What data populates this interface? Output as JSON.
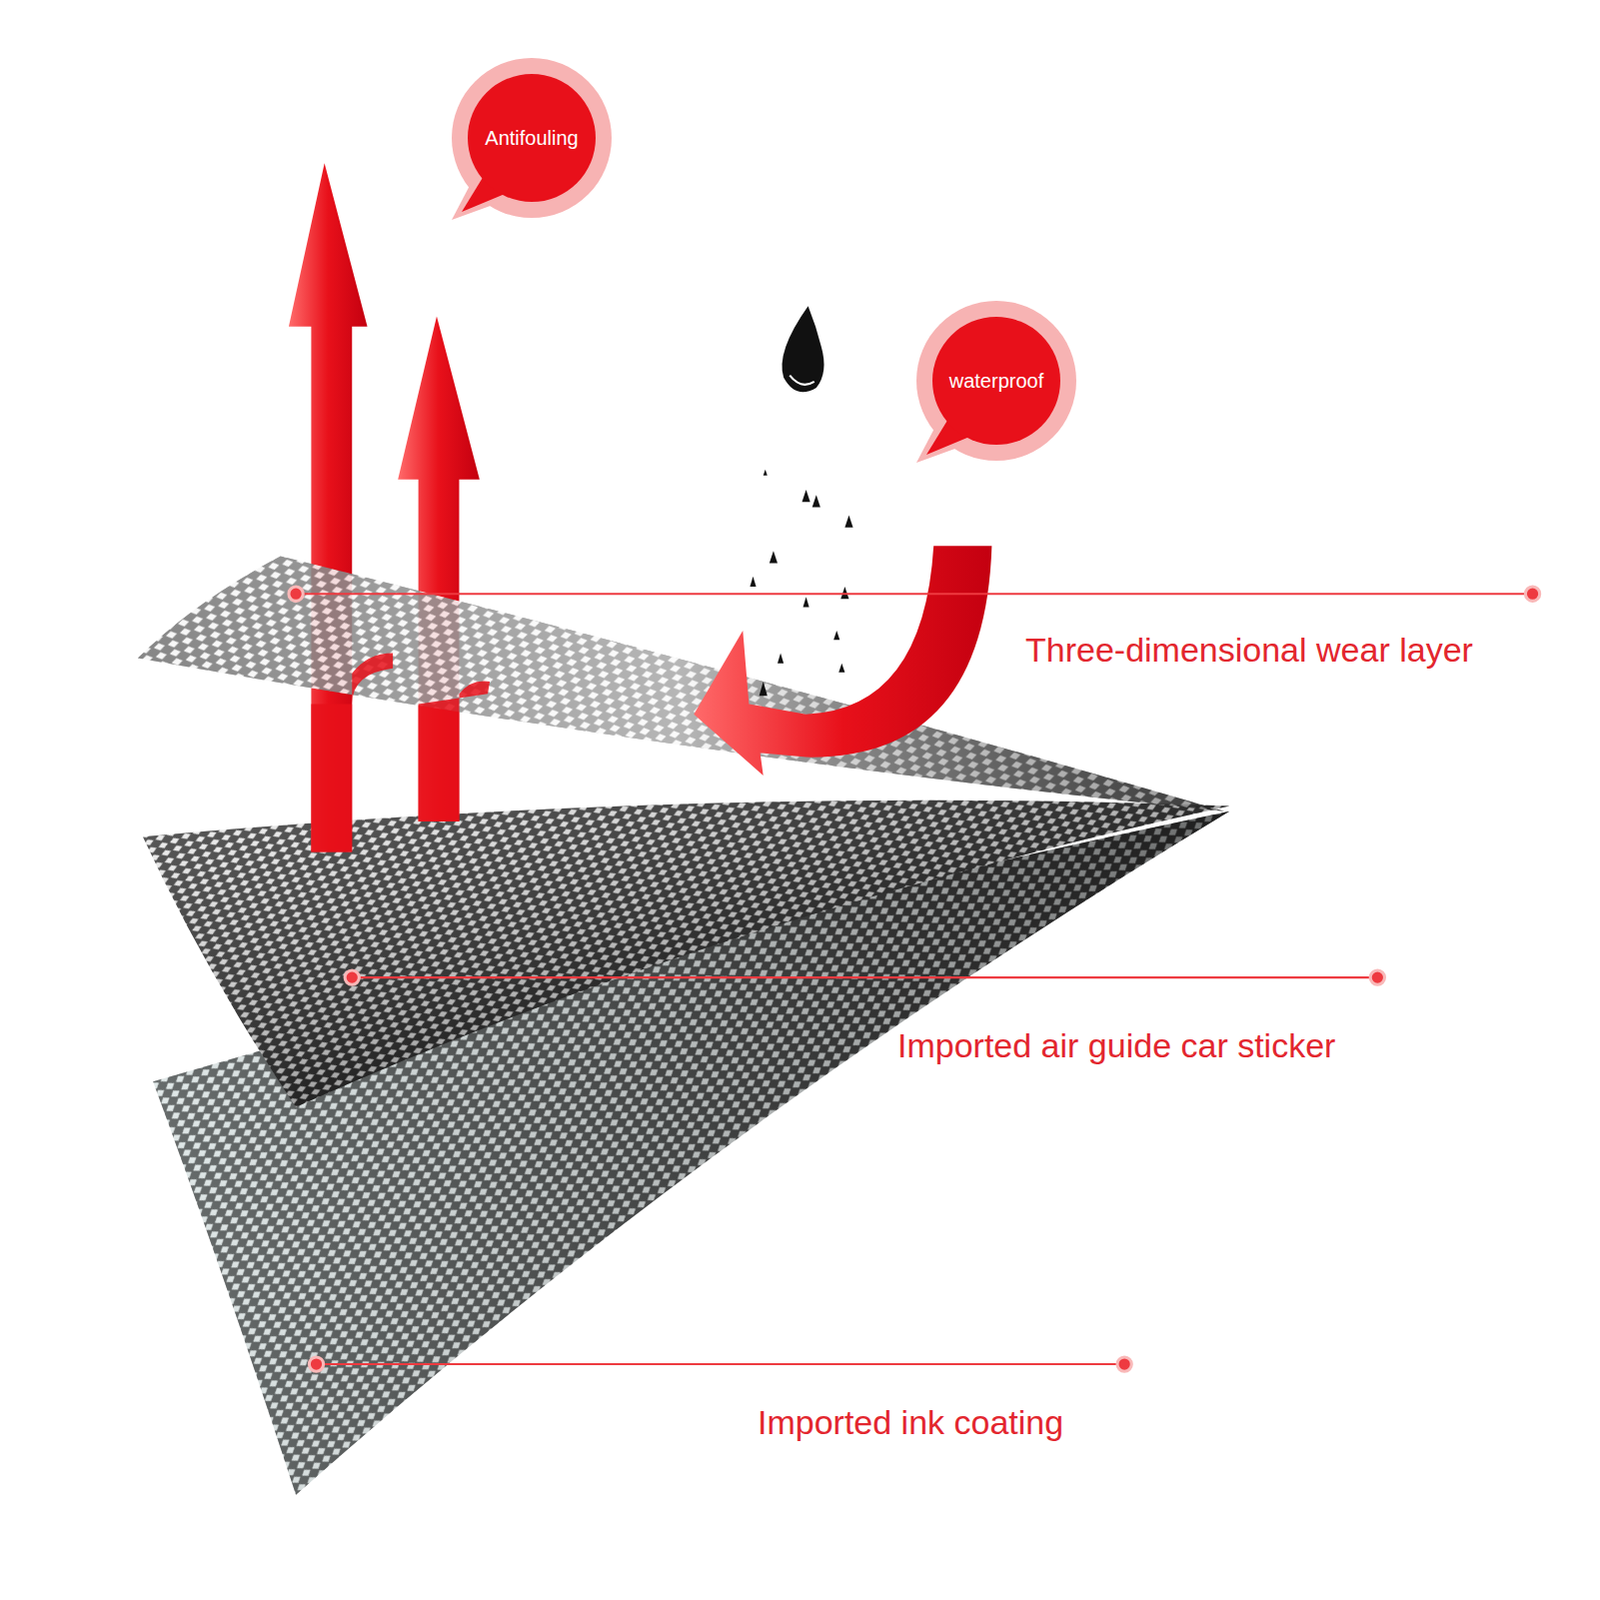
{
  "diagram": {
    "nodes": [
      {
        "text": [
          "Antifouling"
        ]
      },
      {
        "text": [
          "waterproof"
        ]
      }
    ],
    "labels": [
      "Three-dimensional wear layer",
      "Imported air guide car sticker",
      "Imported ink coating"
    ]
  }
}
